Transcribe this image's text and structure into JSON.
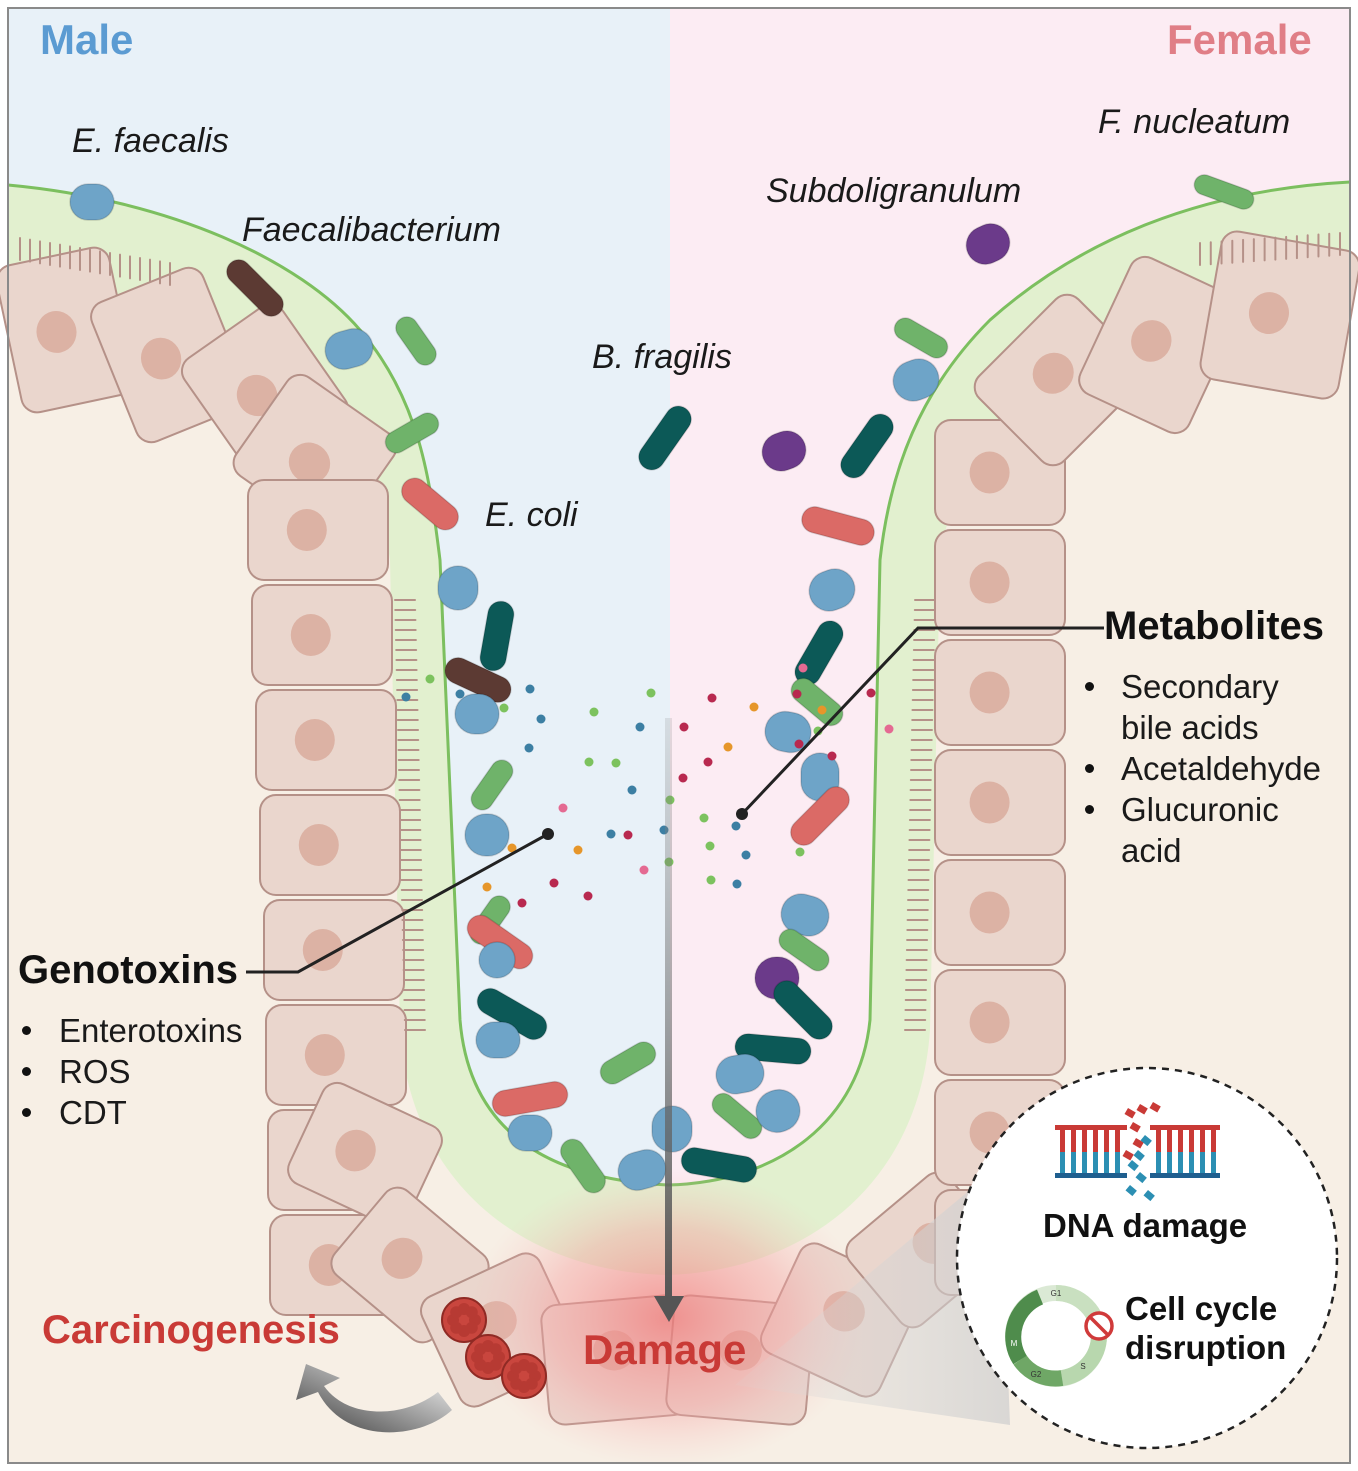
{
  "sides": {
    "left": "Male",
    "right": "Female"
  },
  "colors": {
    "male_bg": "#e8f1f8",
    "female_bg": "#fcecf3",
    "tissue_bg": "#f7efe5",
    "cell_fill": "#ead6cd",
    "cell_stroke": "#b59188",
    "nucleus": "#dcb2a4",
    "mucus": "#e2f0cf",
    "damage_red": "#c93a36",
    "male_title": "#5b9bd2",
    "female_title": "#e07e86"
  },
  "bacteria_labels": {
    "e_faecalis": "E. faecalis",
    "faecalibacterium": "Faecalibacterium",
    "b_fragilis": "B. fragilis",
    "e_coli": "E. coli",
    "subdoligranulum": "Subdoligranulum",
    "f_nucleatum": "F. nucleatum"
  },
  "genotoxins": {
    "title": "Genotoxins",
    "items": [
      "Enterotoxins",
      "ROS",
      "CDT"
    ]
  },
  "metabolites": {
    "title": "Metabolites",
    "items": [
      "Secondary bile acids",
      "Acetaldehyde",
      "Glucuronic acid"
    ]
  },
  "outcomes": {
    "damage": "Damage",
    "carcinogenesis": "Carcinogenesis"
  },
  "inset": {
    "dna": "DNA damage",
    "cell_cycle_line1": "Cell cycle",
    "cell_cycle_line2": "disruption",
    "phases": [
      "G1",
      "S",
      "G2",
      "M"
    ]
  }
}
